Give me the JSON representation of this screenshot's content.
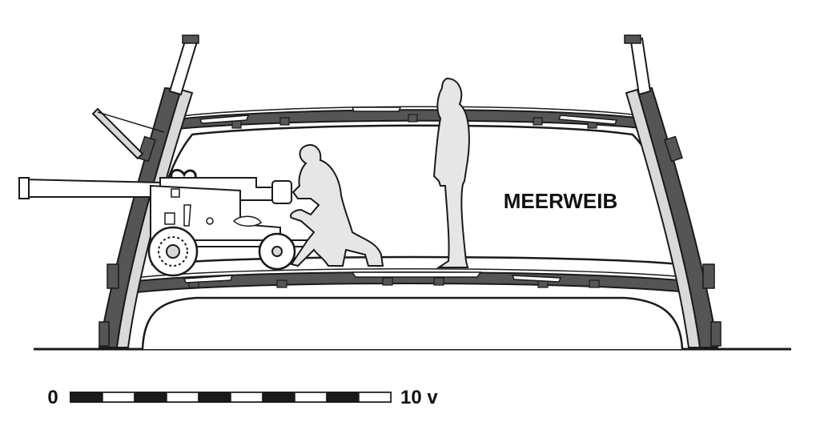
{
  "figure": {
    "ship_name": "MEERWEIB",
    "scale": {
      "start_label": "0",
      "end_label": "10 v",
      "segments": 10
    }
  },
  "colors": {
    "ink": "#1a1a1a",
    "timber_dark": "#555555",
    "timber_light": "#d9d9d9",
    "figure_fill": "#e6e6e6",
    "background": "#ffffff"
  }
}
